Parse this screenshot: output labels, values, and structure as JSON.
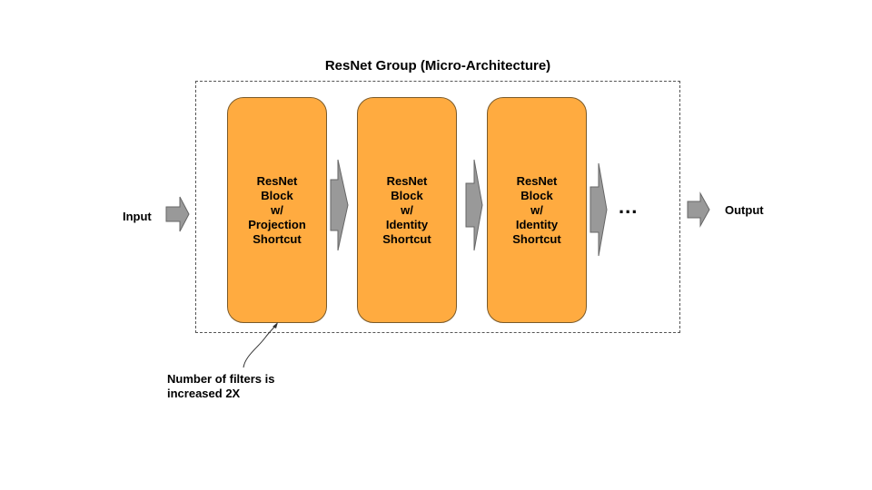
{
  "title": "ResNet Group (Micro-Architecture)",
  "input_label": "Input",
  "output_label": "Output",
  "ellipsis": "...",
  "blocks": [
    {
      "text": "ResNet\nBlock\nw/\nProjection\nShortcut"
    },
    {
      "text": "ResNet\nBlock\nw/\nIdentity\nShortcut"
    },
    {
      "text": "ResNet\nBlock\nw/\nIdentity\nShortcut"
    }
  ],
  "annotation": "Number of filters is\nincreased 2X",
  "colors": {
    "block_fill": "#FFAB40",
    "arrow_fill": "#999999",
    "arrow_stroke": "#666666",
    "group_border": "#555555"
  }
}
